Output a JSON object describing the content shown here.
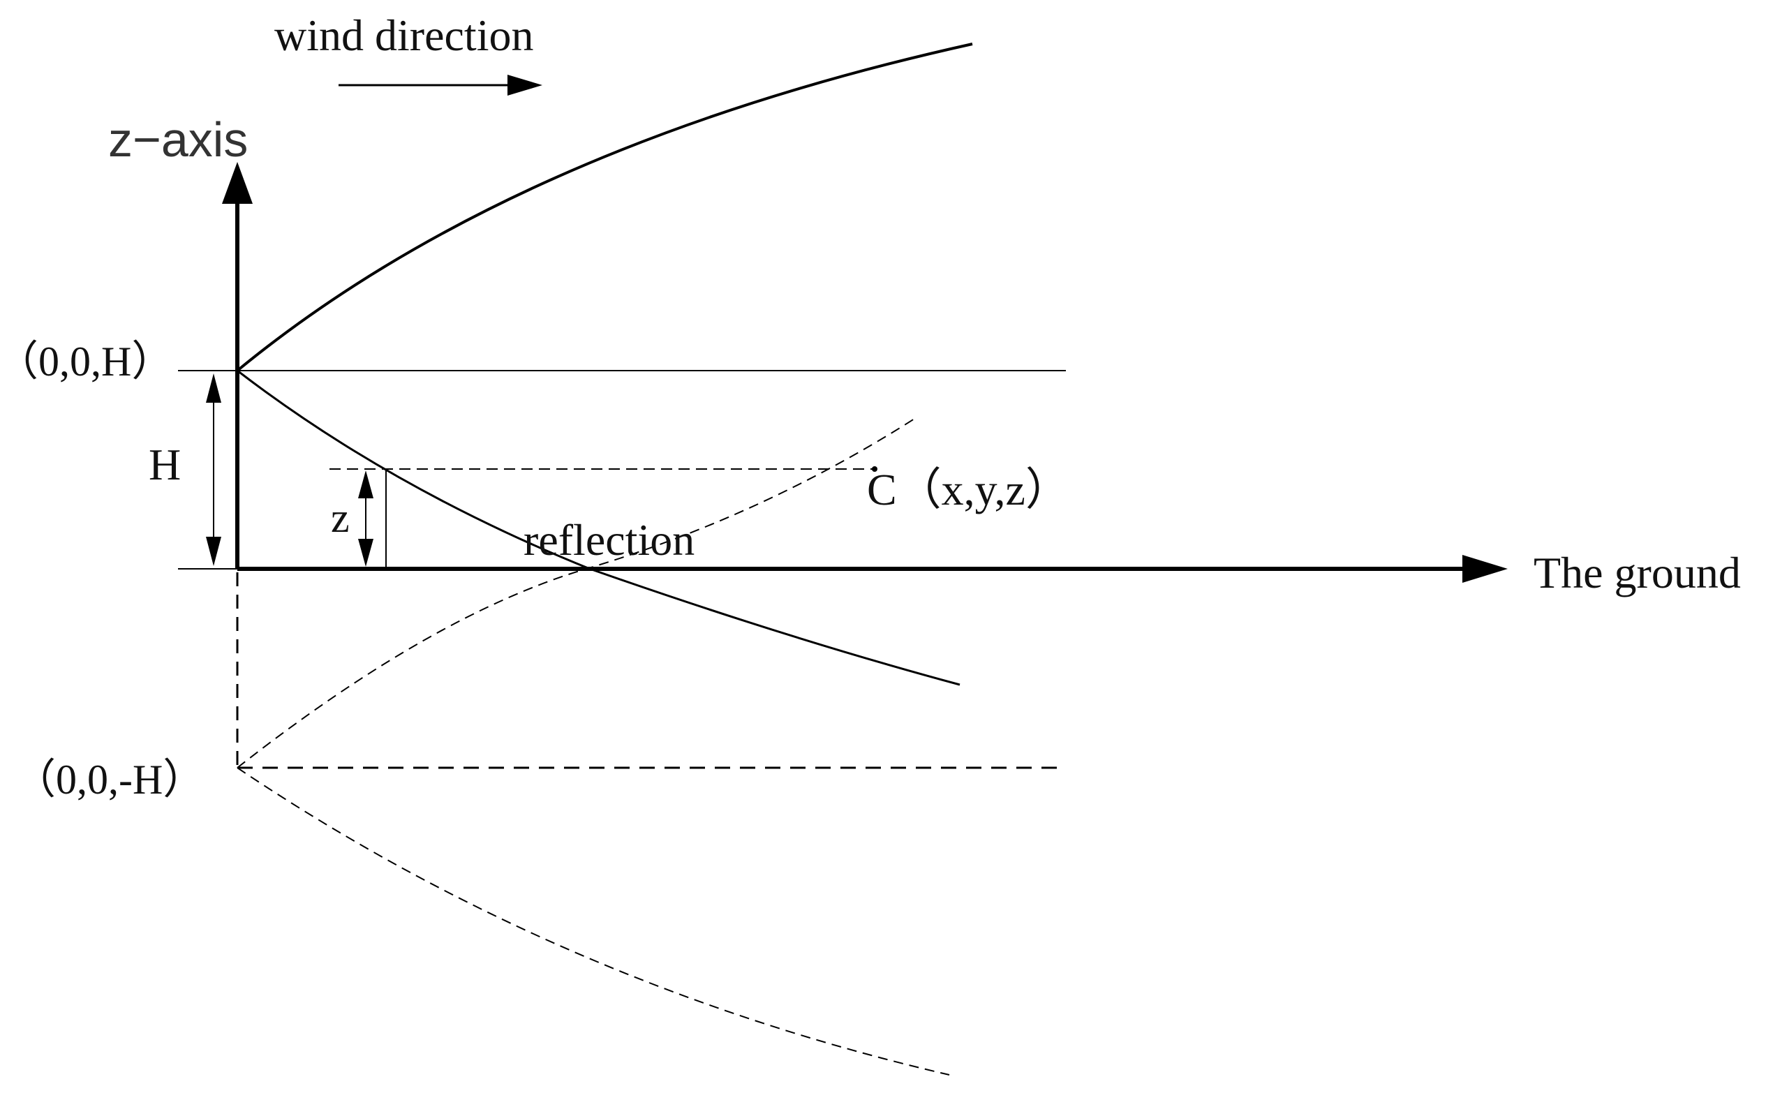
{
  "diagram": {
    "wind_label": "wind direction",
    "z_axis_label": "z−axis",
    "source_label": "（0,0,H）",
    "image_source_label": "（0,0,-H）",
    "height_label": "H",
    "z_label": "z",
    "reflection_label": "reflection",
    "point_label": "C（x,y,z）",
    "ground_label": "The ground"
  }
}
